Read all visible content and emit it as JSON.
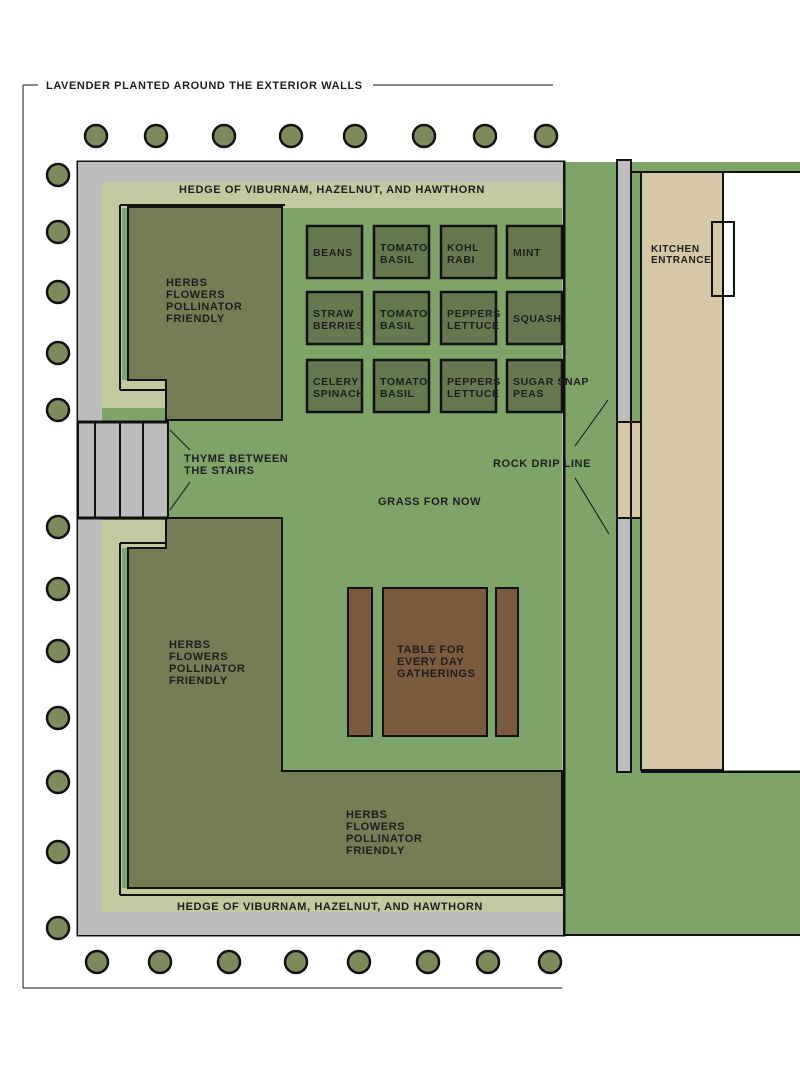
{
  "legend": {
    "lavender": "LAVENDER PLANTED AROUND THE EXTERIOR WALLS"
  },
  "hedge": {
    "top": "HEDGE OF VIBURNAM, HAZELNUT, AND HAWTHORN",
    "bottom": "HEDGE OF VIBURNAM, HAZELNUT, AND HAWTHORN"
  },
  "herb_beds": {
    "top_left": [
      "HERBS",
      "FLOWERS",
      "POLLINATOR",
      "FRIENDLY"
    ],
    "bottom_left": [
      "HERBS",
      "FLOWERS",
      "POLLINATOR",
      "FRIENDLY"
    ],
    "bottom": [
      "HERBS",
      "FLOWERS",
      "POLLINATOR",
      "FRIENDLY"
    ]
  },
  "raised_beds": [
    [
      "BEANS"
    ],
    [
      "TOMATO",
      "BASIL"
    ],
    [
      "KOHL",
      "RABI"
    ],
    [
      "MINT"
    ],
    [
      "STRAW",
      "BERRIES"
    ],
    [
      "TOMATO",
      "BASIL"
    ],
    [
      "PEPPERS",
      "LETTUCE"
    ],
    [
      "SQUASH"
    ],
    [
      "CELERY",
      "SPINACH"
    ],
    [
      "TOMATO",
      "BASIL"
    ],
    [
      "PEPPERS",
      "LETTUCE"
    ],
    [
      "SUGAR SNAP",
      "PEAS"
    ]
  ],
  "stairs": [
    "THYME BETWEEN",
    "THE STAIRS"
  ],
  "rock_drip": "ROCK DRIP LINE",
  "grass": "GRASS FOR NOW",
  "table": [
    "TABLE FOR",
    "EVERY DAY",
    "GATHERINGS"
  ],
  "kitchen": [
    "KITCHEN",
    "ENTRANCE"
  ],
  "colors": {
    "grass": "#7fa46a",
    "bed": "#747d55",
    "raised_bed": "#667850",
    "hedge": "#c1c9a0",
    "wall": "#bcbcbc",
    "lavender": "#7d8a5c",
    "table": "#7b5b3e",
    "path": "#d6c8a6"
  }
}
